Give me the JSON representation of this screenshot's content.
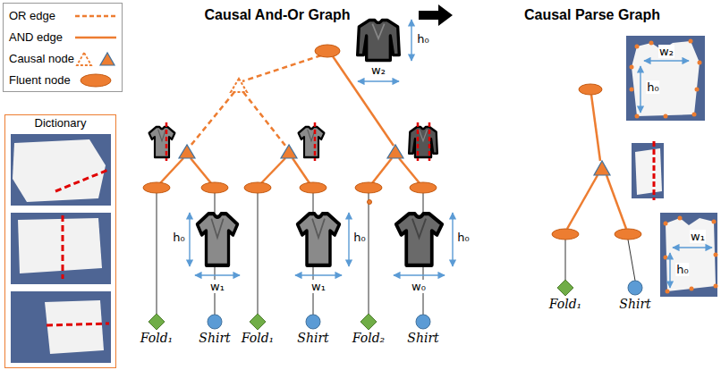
{
  "diagram": {
    "title": "Causal And-Or Graph",
    "nodes": [
      {
        "text": [
          "Dictionary"
        ]
      },
      {
        "text": [
          "Fold₁"
        ]
      },
      {
        "text": [
          "Shirt"
        ]
      },
      {
        "text": [
          "Fold₁"
        ]
      },
      {
        "text": [
          "Shirt"
        ]
      },
      {
        "text": [
          "Fold₂"
        ]
      },
      {
        "text": [
          "Shirt"
        ]
      },
      {
        "text": [
          "Fold₁"
        ]
      },
      {
        "text": [
          "Shirt"
        ]
      }
    ],
    "labels": [
      "Causal Parse Graph",
      "h₀",
      "w₂",
      "h₀",
      "w₁",
      "h₀",
      "w₁",
      "h₀",
      "w₀",
      "w₂",
      "h₀",
      "w₁",
      "h₀"
    ],
    "legend": [
      {
        "text": "OR edge"
      },
      {
        "text": "AND edge"
      },
      {
        "text": "Causal node"
      },
      {
        "text": "Fluent node"
      }
    ]
  }
}
